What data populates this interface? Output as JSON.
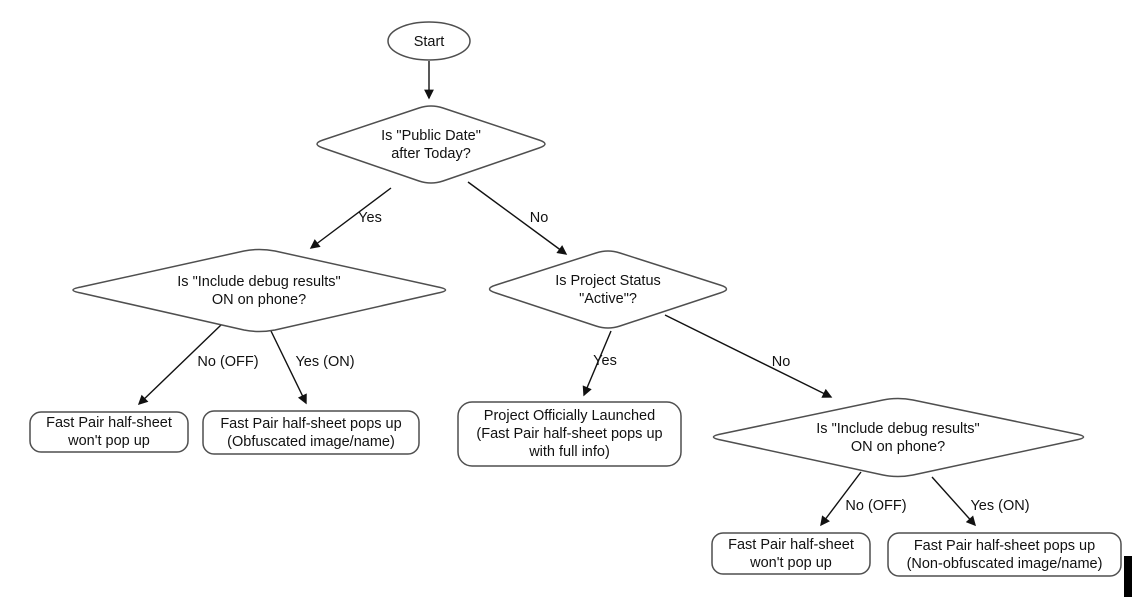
{
  "flowchart": {
    "start": {
      "label": "Start"
    },
    "decisions": {
      "public_date": {
        "text": "Is \"Public Date\"\nafter Today?"
      },
      "debug_left": {
        "text": "Is \"Include debug results\"\nON on phone?"
      },
      "project_status": {
        "text": "Is Project Status\n\"Active\"?"
      },
      "debug_right": {
        "text": "Is \"Include debug results\"\nON on phone?"
      }
    },
    "results": {
      "no_popup_left": {
        "text": "Fast Pair half-sheet\nwon't pop up"
      },
      "obfuscated": {
        "text": "Fast Pair half-sheet pops up\n(Obfuscated image/name)"
      },
      "launched": {
        "text": "Project Officially Launched\n(Fast Pair half-sheet pops up\nwith full info)"
      },
      "no_popup_right": {
        "text": "Fast Pair half-sheet\nwon't pop up"
      },
      "non_obfuscated": {
        "text": "Fast Pair half-sheet pops up\n(Non-obfuscated image/name)"
      }
    },
    "edge_labels": {
      "public_date_yes": "Yes",
      "public_date_no": "No",
      "debug_left_no": "No (OFF)",
      "debug_left_yes": "Yes (ON)",
      "project_status_yes": "Yes",
      "project_status_no": "No",
      "debug_right_no": "No (OFF)",
      "debug_right_yes": "Yes (ON)"
    },
    "colors": {
      "background": "#ffffff",
      "shape_stroke": "#4f4f4f",
      "arrow": "#111111",
      "text": "#111111"
    }
  }
}
